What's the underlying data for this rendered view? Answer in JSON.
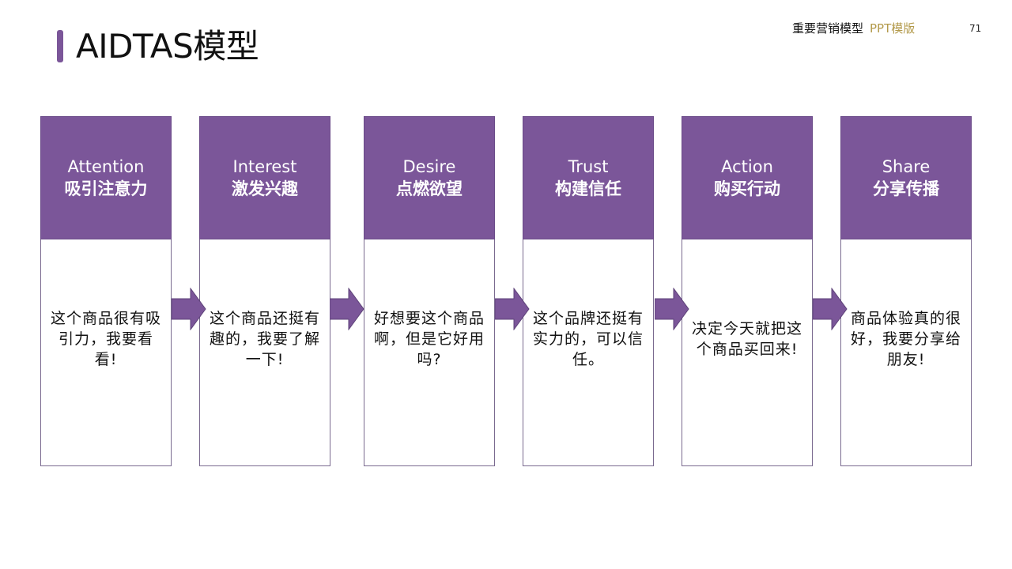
{
  "title": "AIDTAS模型",
  "header": {
    "main": "重要营销模型",
    "sub": "PPT模版",
    "page": "71"
  },
  "colors": {
    "accent": "#7b5699",
    "header_sub": "#b39a4b"
  },
  "stages": [
    {
      "en": "Attention",
      "cn": "吸引注意力",
      "desc": "这个商品很有吸引力，我要看看!"
    },
    {
      "en": "Interest",
      "cn": "激发兴趣",
      "desc": "这个商品还挺有趣的，我要了解一下!"
    },
    {
      "en": "Desire",
      "cn": "点燃欲望",
      "desc": "好想要这个商品啊，但是它好用吗?"
    },
    {
      "en": "Trust",
      "cn": "构建信任",
      "desc": "这个品牌还挺有实力的，可以信任。"
    },
    {
      "en": "Action",
      "cn": "购买行动",
      "desc": "决定今天就把这个商品买回来!"
    },
    {
      "en": "Share",
      "cn": "分享传播",
      "desc": "商品体验真的很好，我要分享给朋友!"
    }
  ],
  "arrow_icon": "right-arrow-icon"
}
